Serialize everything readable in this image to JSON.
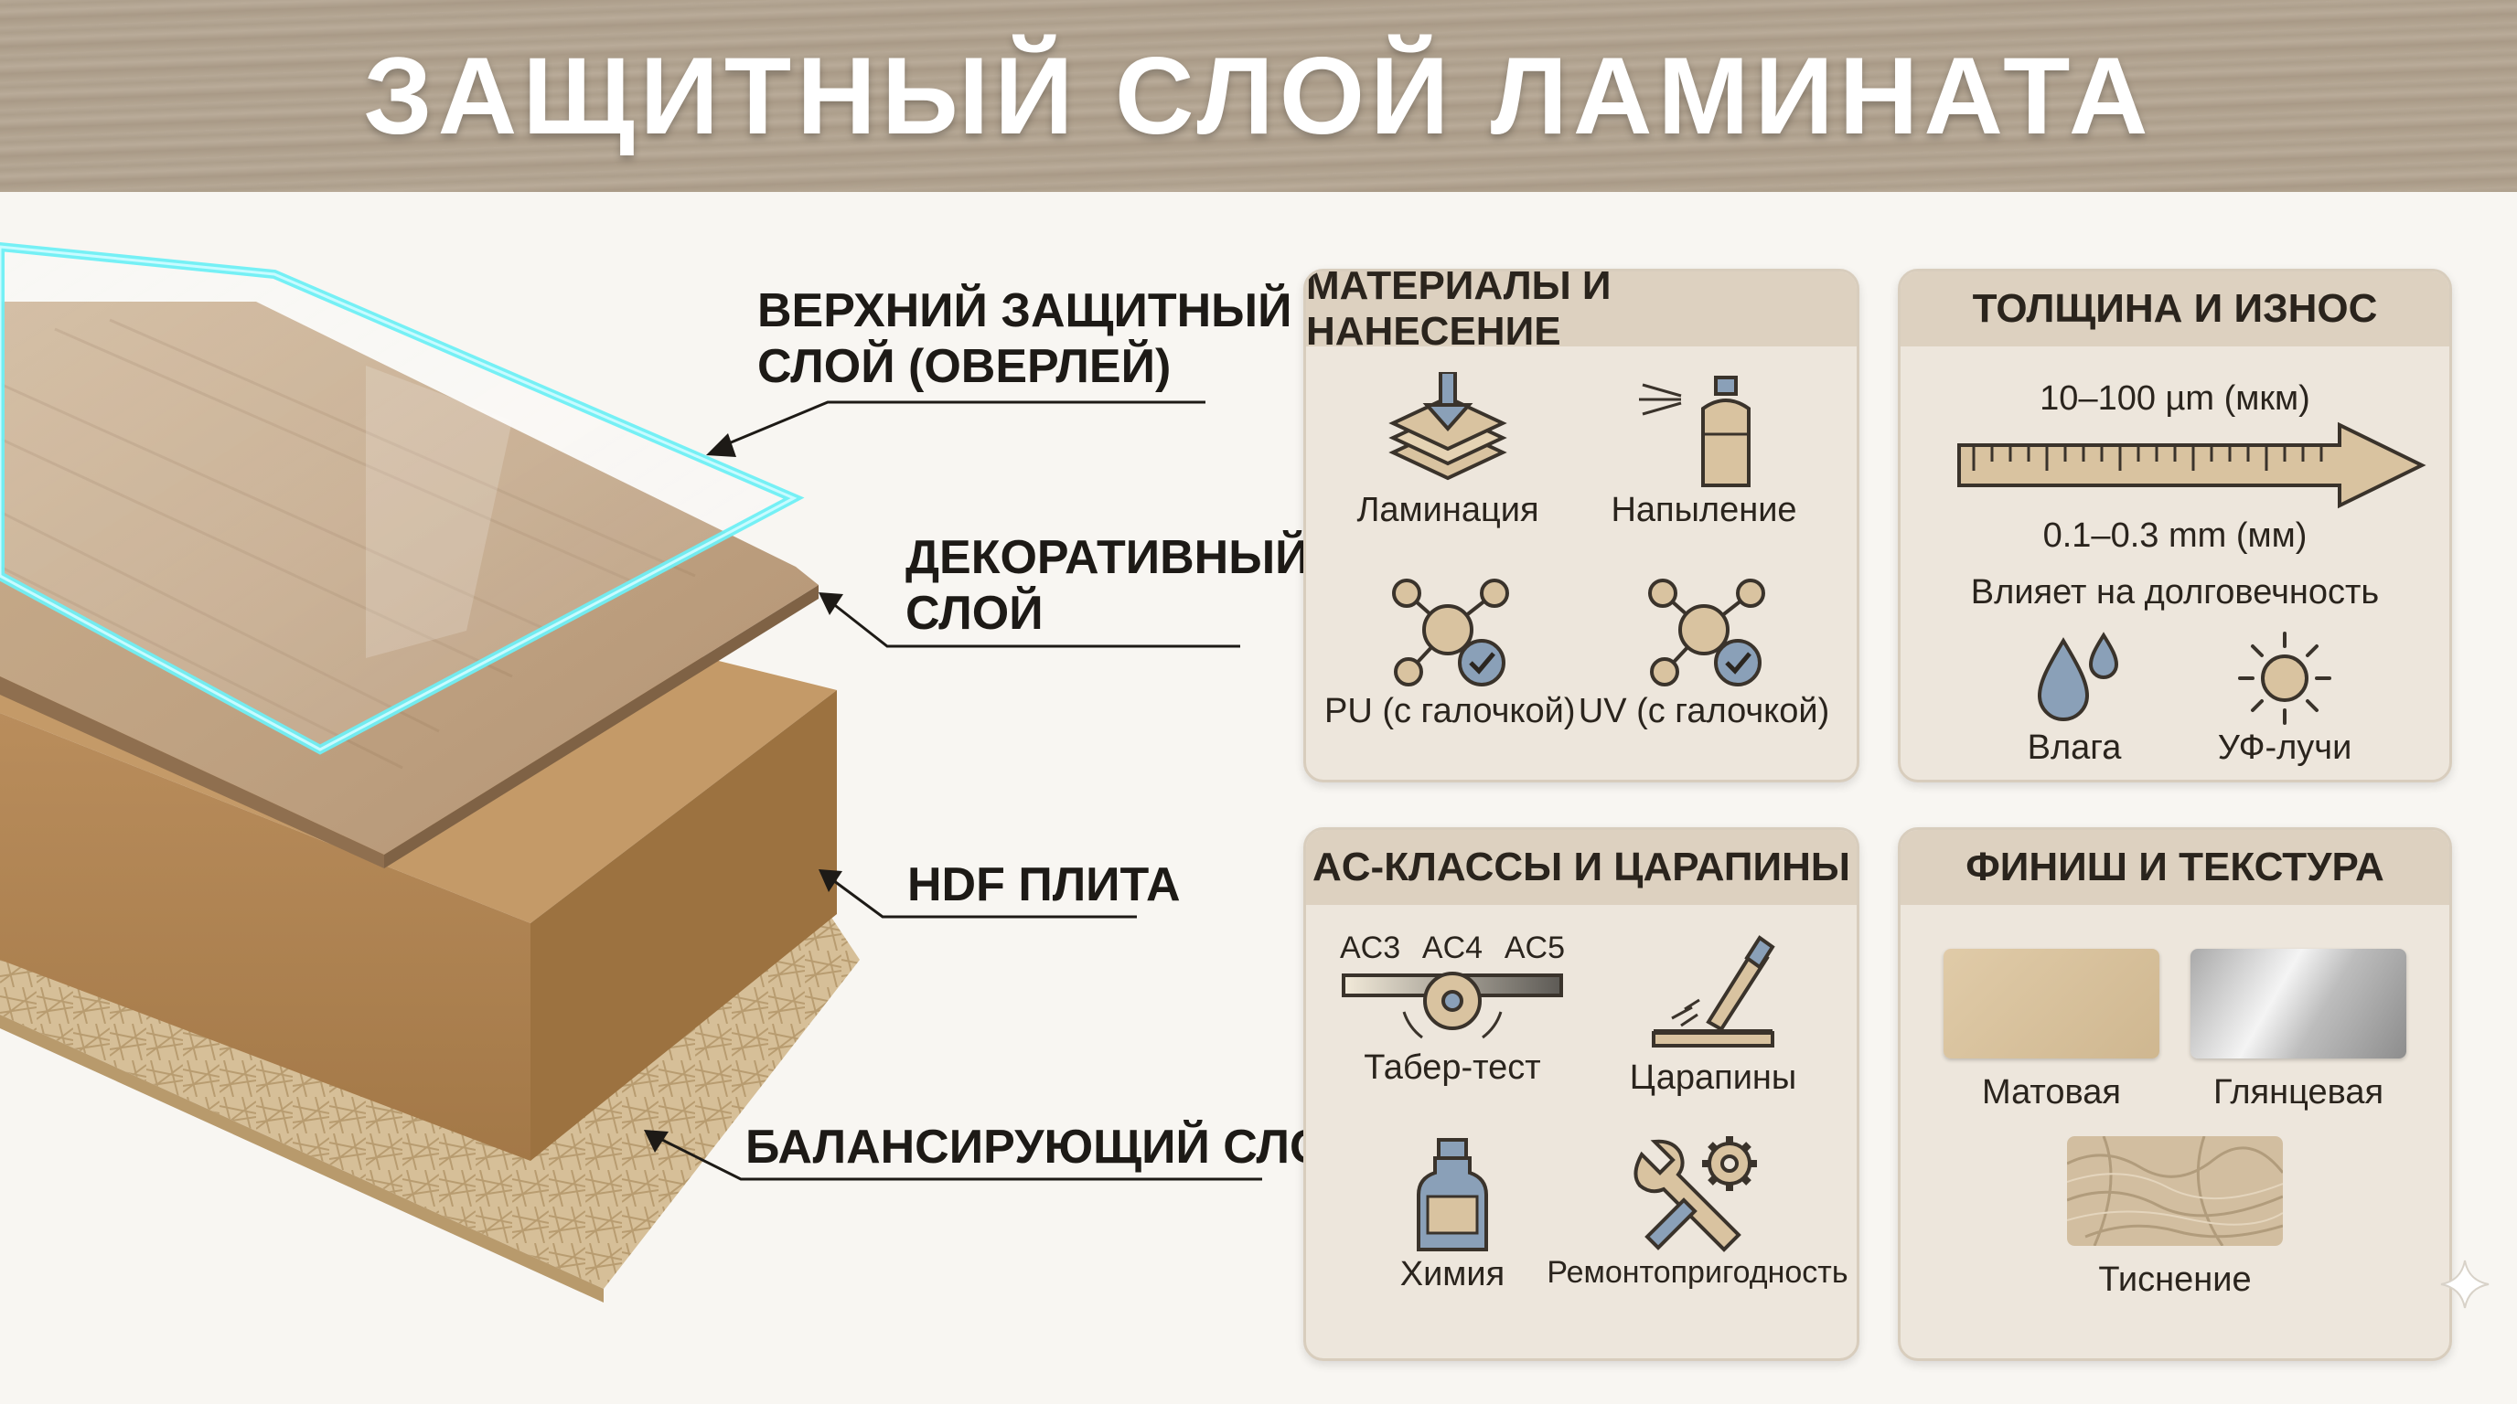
{
  "title": "ЗАЩИТНЫЙ СЛОЙ ЛАМИНАТА",
  "layers": {
    "overlay": "ВЕРХНИЙ ЗАЩИТНЫЙ\nСЛОЙ (ОВЕРЛЕЙ)",
    "decor": "ДЕКОРАТИВНЫЙ\nСЛОЙ",
    "hdf": "HDF ПЛИТА",
    "balance": "БАЛАНСИРУЮЩИЙ СЛОЙ"
  },
  "panels": {
    "materials": {
      "title": "МАТЕРИАЛЫ И НАНЕСЕНИЕ",
      "items": [
        {
          "label": "Ламинация",
          "icon": "layers-icon"
        },
        {
          "label": "Напыление",
          "icon": "spray-can-icon"
        },
        {
          "label": "PU (с галочкой)",
          "icon": "molecule-check-icon"
        },
        {
          "label": "UV (с галочкой)",
          "icon": "molecule-check-icon"
        }
      ]
    },
    "thickness": {
      "title": "ТОЛЩИНА И ИЗНОС",
      "range_um": "10–100 µm (мкм)",
      "range_mm": "0.1–0.3 mm (мм)",
      "note": "Влияет на долговечность",
      "items": [
        {
          "label": "Влага",
          "icon": "water-drops-icon"
        },
        {
          "label": "УФ-лучи",
          "icon": "sun-icon"
        }
      ]
    },
    "ac": {
      "title": "AC-КЛАССЫ И ЦАРАПИНЫ",
      "scale": [
        "AC3",
        "AC4",
        "AC5"
      ],
      "items": [
        {
          "label": "Табер-тест",
          "icon": "taber-test-icon"
        },
        {
          "label": "Царапины",
          "icon": "scratch-icon"
        },
        {
          "label": "Химия",
          "icon": "chemical-bottle-icon"
        },
        {
          "label": "Ремонтопригодность",
          "icon": "wrench-gear-icon"
        }
      ]
    },
    "finish": {
      "title": "ФИНИШ И ТЕКСТУРА",
      "items": [
        {
          "label": "Матовая",
          "icon": "matte-swatch"
        },
        {
          "label": "Глянцевая",
          "icon": "glossy-swatch"
        },
        {
          "label": "Тиснение",
          "icon": "embossed-swatch"
        }
      ]
    }
  },
  "colors": {
    "banner": "#b1a38f",
    "panel_bg": "#ede6dc",
    "panel_head": "#ddd1c0",
    "overlay_glow": "#5ee6f0",
    "icon_beige": "#d9c3a0",
    "icon_blue": "#8aa0b8"
  }
}
